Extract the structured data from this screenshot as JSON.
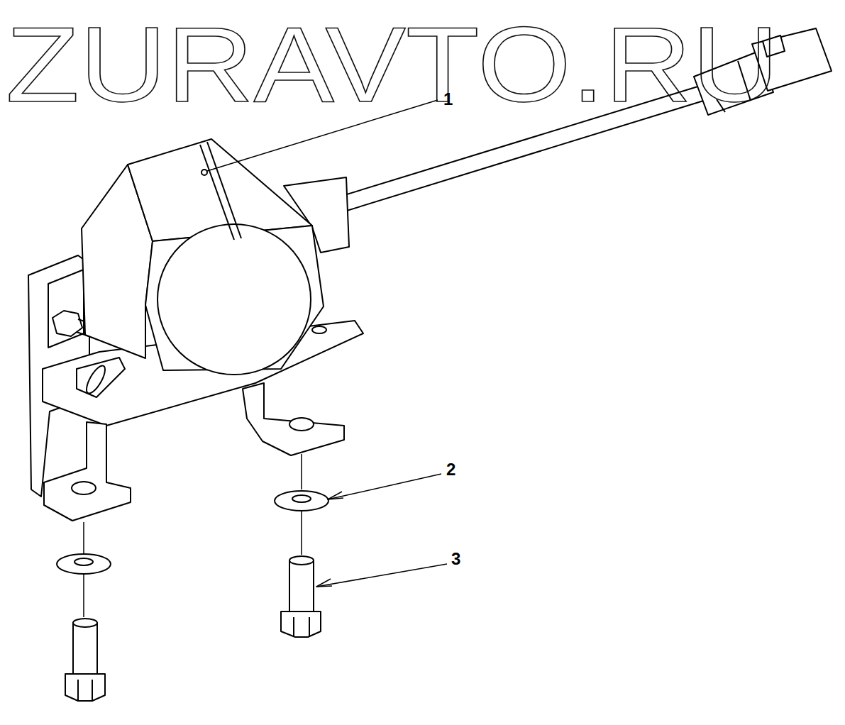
{
  "diagram": {
    "labels": [
      "ZURAVTO.RU",
      "1",
      "2",
      "3"
    ]
  }
}
